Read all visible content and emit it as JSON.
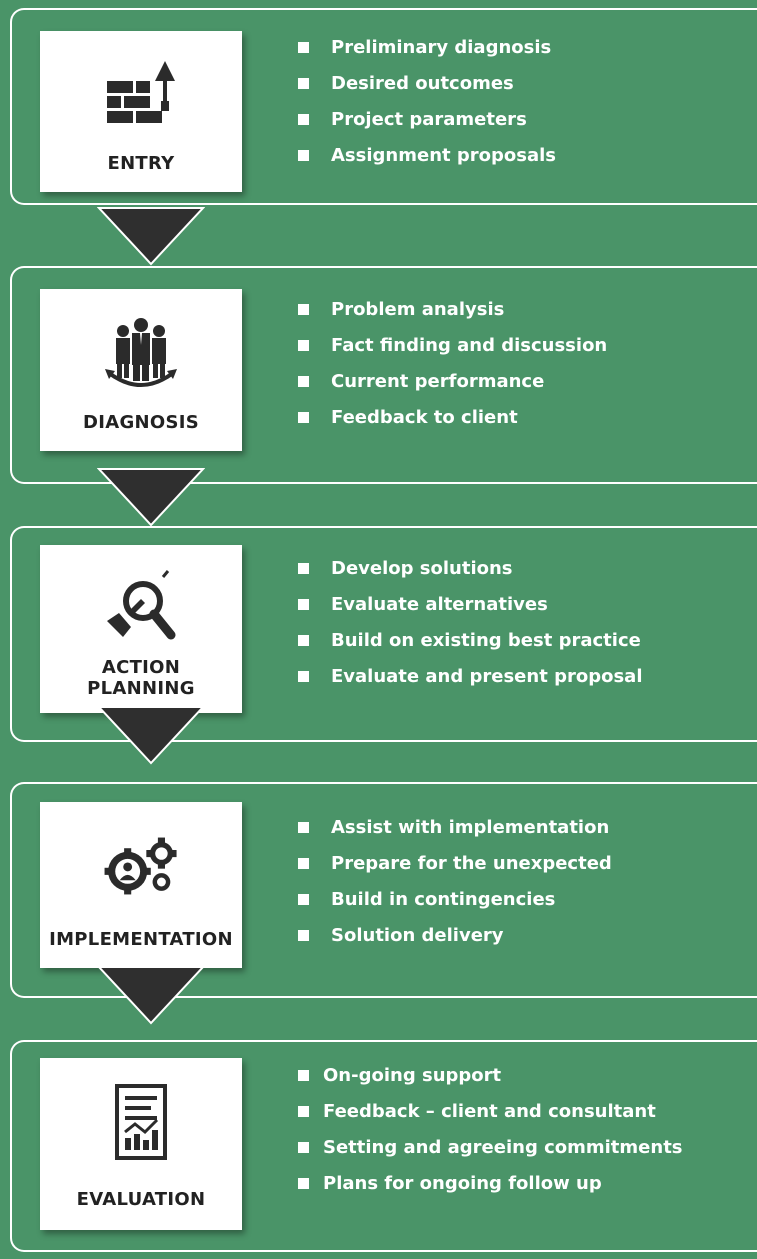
{
  "stages": [
    {
      "label": "ENTRY",
      "icon": "brick-wall-icon",
      "items": [
        "Preliminary diagnosis",
        "Desired outcomes",
        "Project parameters",
        "Assignment proposals"
      ]
    },
    {
      "label": "DIAGNOSIS",
      "icon": "team-icon",
      "items": [
        "Problem analysis",
        "Fact finding and discussion",
        "Current performance",
        "Feedback to client"
      ]
    },
    {
      "label": "ACTION PLANNING",
      "icon": "magnifier-icon",
      "items": [
        "Develop solutions",
        "Evaluate alternatives",
        "Build on existing best practice",
        "Evaluate and present proposal"
      ]
    },
    {
      "label": "IMPLEMENTATION",
      "icon": "gears-icon",
      "items": [
        "Assist with implementation",
        "Prepare for the unexpected",
        "Build in contingencies",
        "Solution delivery"
      ]
    },
    {
      "label": "EVALUATION",
      "icon": "report-chart-icon",
      "items": [
        "On-going support",
        "Feedback – client and consultant",
        "Setting and agreeing commitments",
        "Plans for ongoing follow up"
      ]
    }
  ],
  "colors": {
    "background": "#4a9468",
    "arrow": "#2f2f2f",
    "card": "#ffffff",
    "text": "#ffffff"
  }
}
